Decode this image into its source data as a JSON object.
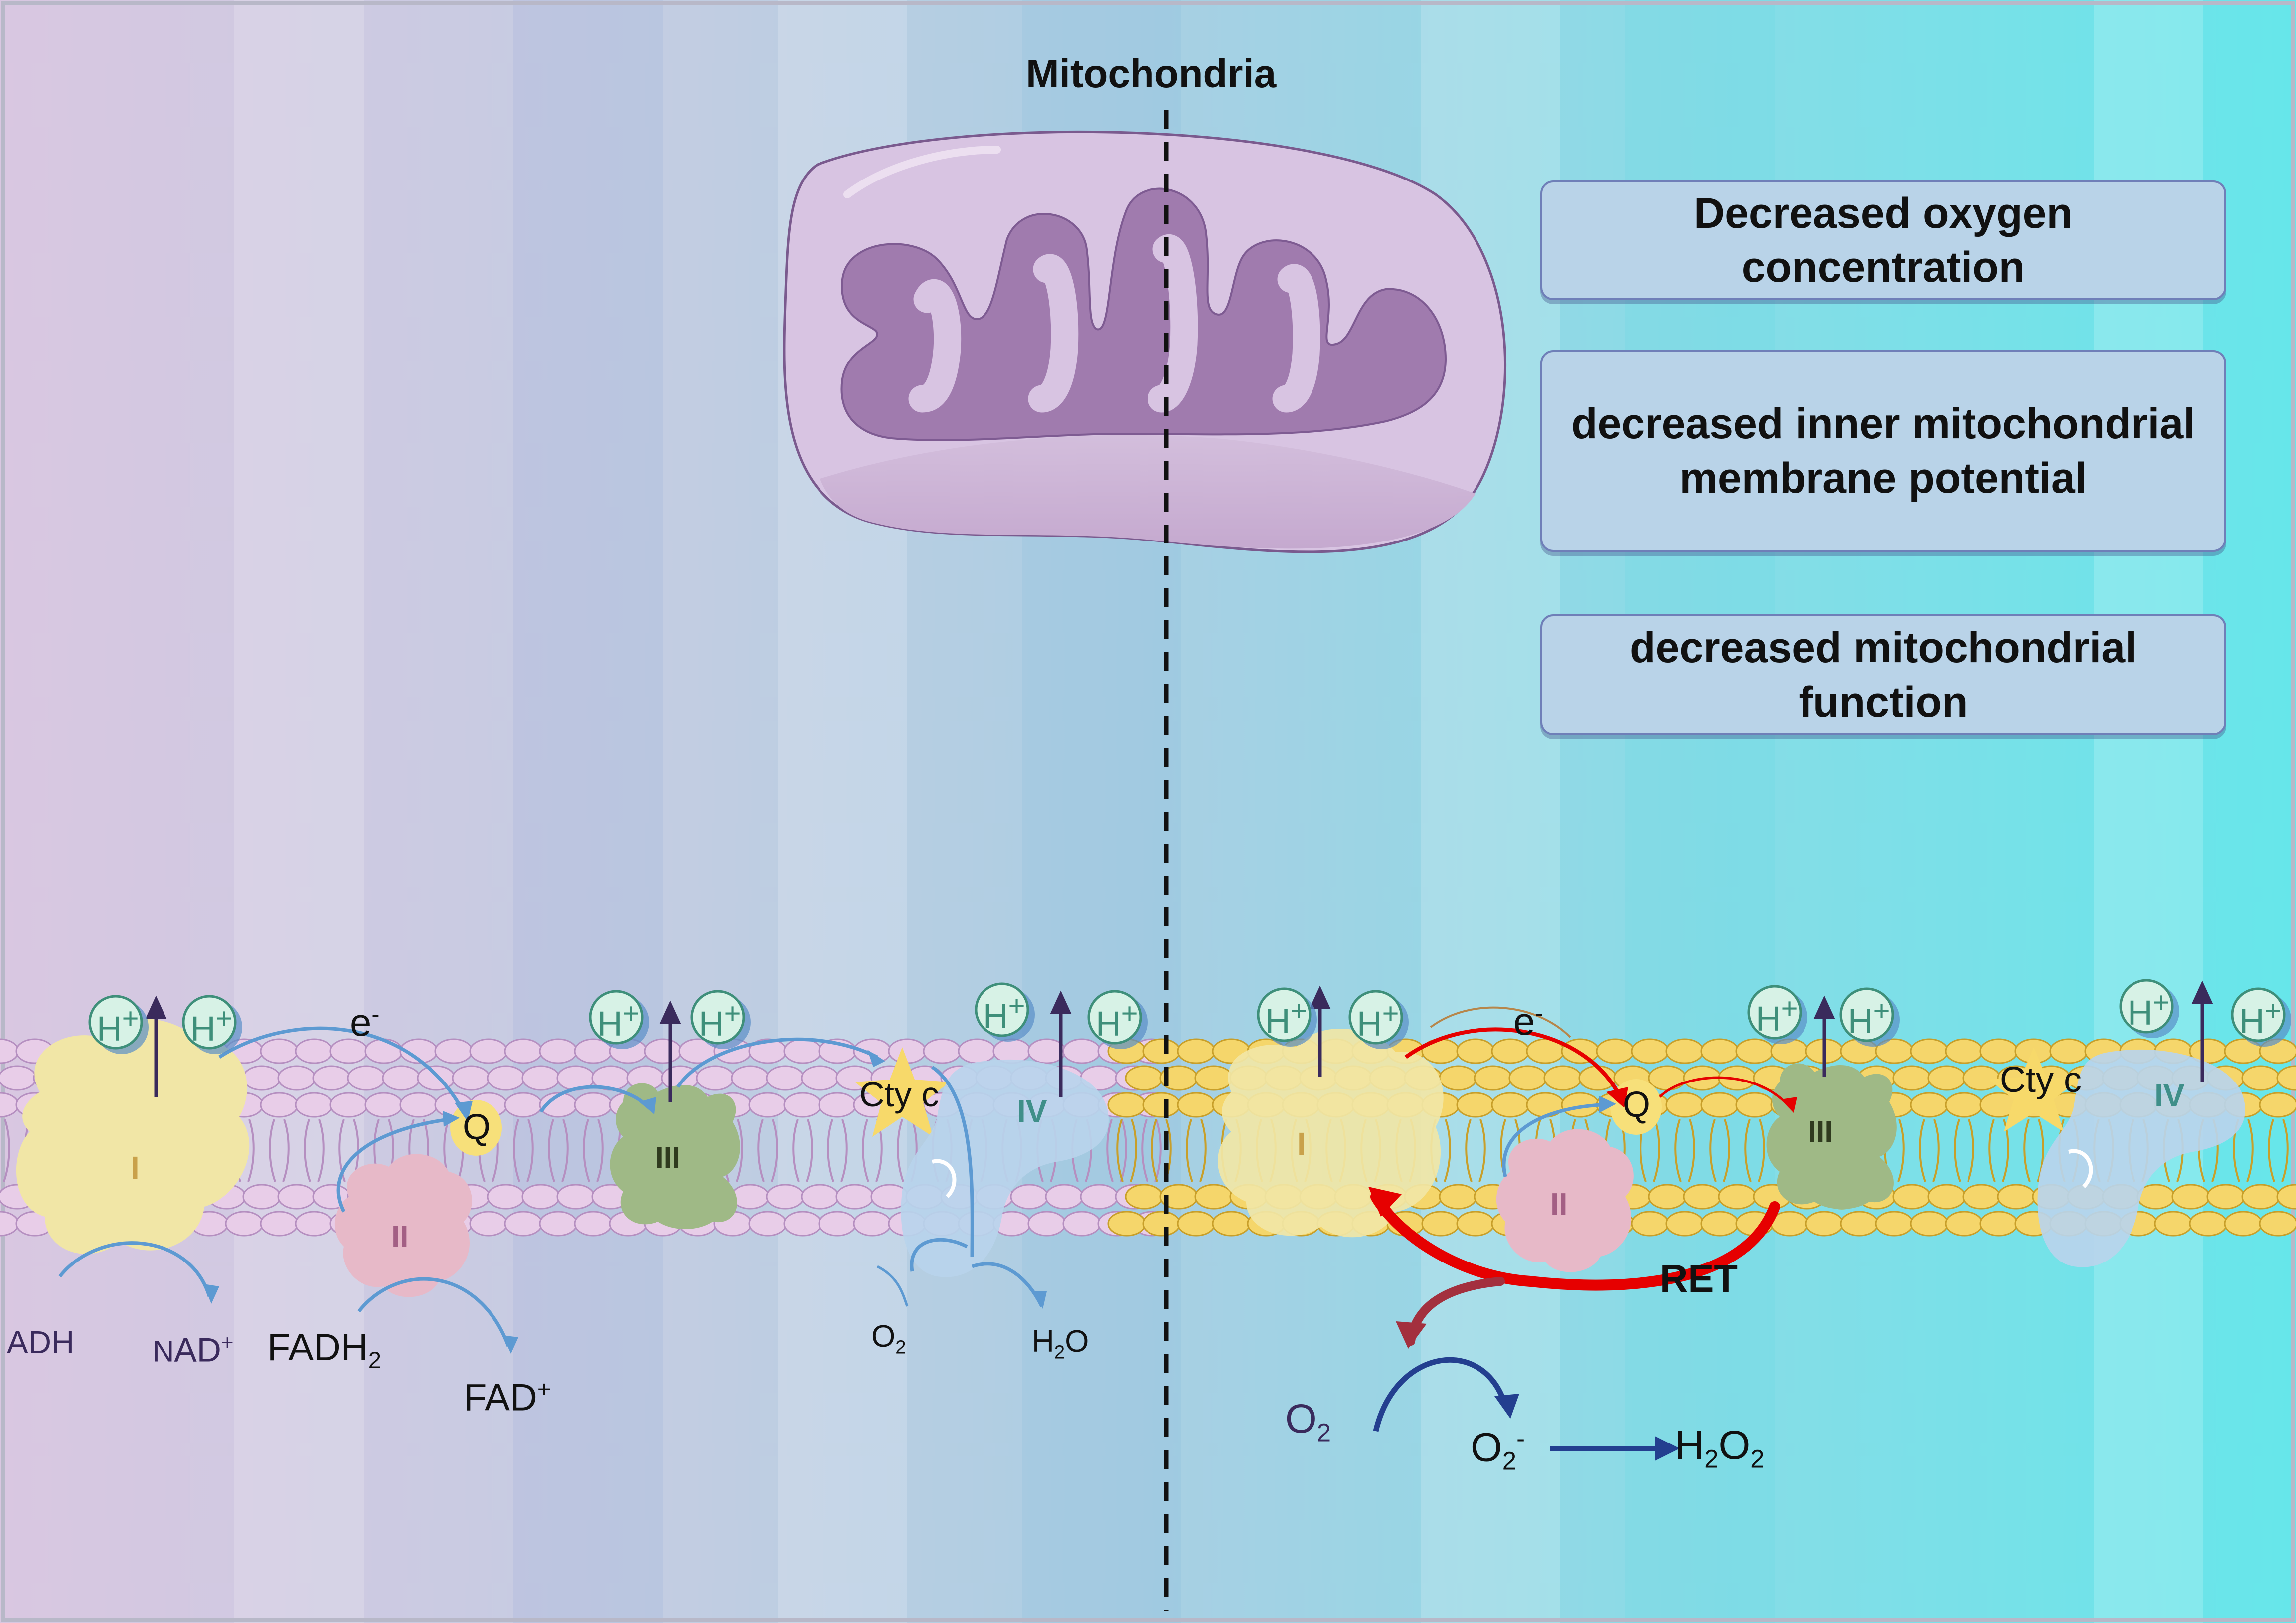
{
  "title": "Mitochondria",
  "boxes": [
    {
      "line1": "Decreased oxygen",
      "line2": "concentration"
    },
    {
      "line1": "decreased inner mitochondrial",
      "line2": "membrane potential"
    },
    {
      "line1": "decreased mitochondrial",
      "line2": "function"
    }
  ],
  "proton": {
    "label": "H",
    "charge": "+"
  },
  "electron": {
    "label": "e",
    "charge": "-"
  },
  "complexes": {
    "c1": "I",
    "c2": "II",
    "c3": "III",
    "c4": "IV",
    "q": "Q",
    "cyt": "Cty c"
  },
  "left_panel": {
    "nadh": "ADH",
    "nad_n": "N",
    "nad_rest": "AD",
    "nad_sup": "+",
    "fadh_main": "FADH",
    "fadh_sub": "2",
    "fad_main": "FAD",
    "fad_sup": "+",
    "o2_main": "O",
    "o2_sub": "2",
    "h2o_h": "H",
    "h2o_sub": "2",
    "h2o_o": "O"
  },
  "right_panel": {
    "ret": "RET",
    "o2_main": "O",
    "o2_sub": "2",
    "sup_main": "O",
    "sup_sub": "2",
    "sup_sup": "-",
    "h2o2_h": "H",
    "h2o2_sub1": "2",
    "h2o2_o": "O",
    "h2o2_sub2": "2"
  },
  "colors": {
    "bg_left": "#d8c8e2",
    "bg_right": "#6ee6ea",
    "membrane_left": "#e8cde8",
    "membrane_right": "#f5d66b",
    "mito_outer": "#d8c4e0",
    "mito_inner": "#9e79ad",
    "complex_i": "#f1e6a8",
    "complex_ii": "#e6b8c6",
    "complex_iii": "#9fba84",
    "complex_iv": "#b7d4ec",
    "ubiquinone": "#f7e07a",
    "proton": "#d7f2e6",
    "ret_arrow": "#e60000",
    "arrow_blue": "#5a9bd5"
  }
}
